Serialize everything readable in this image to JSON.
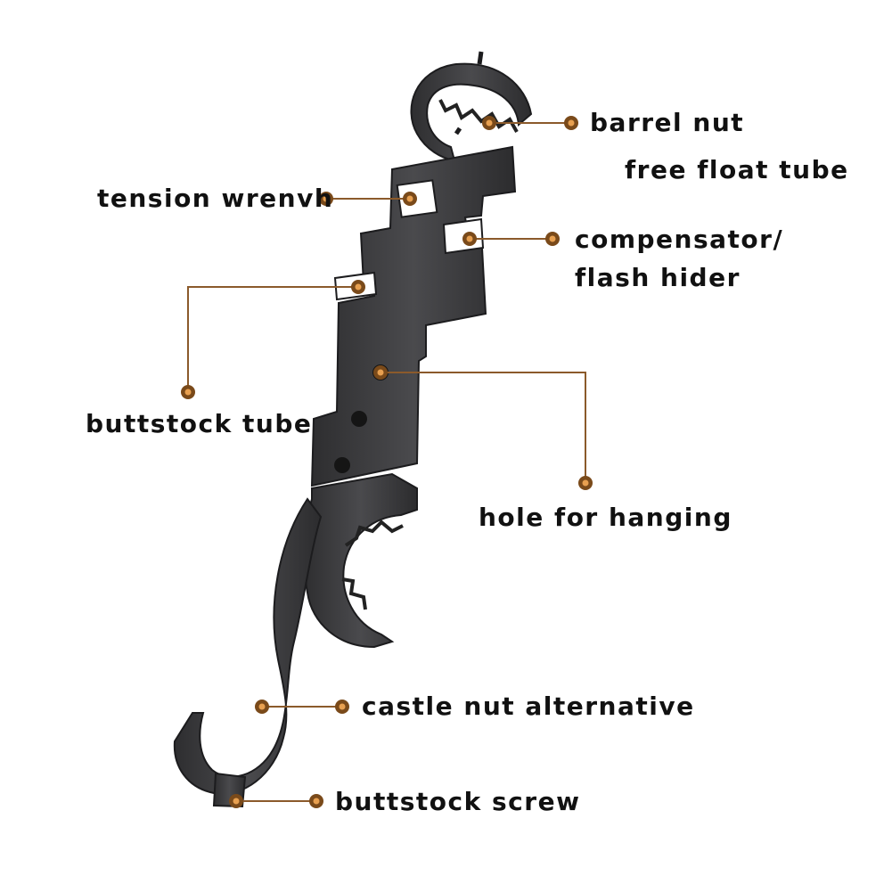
{
  "colors": {
    "background": "#ffffff",
    "tool_fill": "#3a3a3c",
    "tool_edge": "#1c1c1e",
    "leader_line": "#8b5a2b",
    "marker_ring": "#7a4a1a",
    "marker_center": "#e8a050",
    "label_text": "#111111"
  },
  "callouts": {
    "barrel_nut": "barrel nut",
    "free_float_tube": "free float tube",
    "tension_wrench": "tension wrenvh",
    "compensator_line1": "compensator/",
    "compensator_line2": "flash hider",
    "buttstock_tube": "buttstock tube",
    "hole_for_hanging": "hole for hanging",
    "castle_nut_alternative": "castle nut alternative",
    "buttstock_screw": "buttstock screw"
  }
}
